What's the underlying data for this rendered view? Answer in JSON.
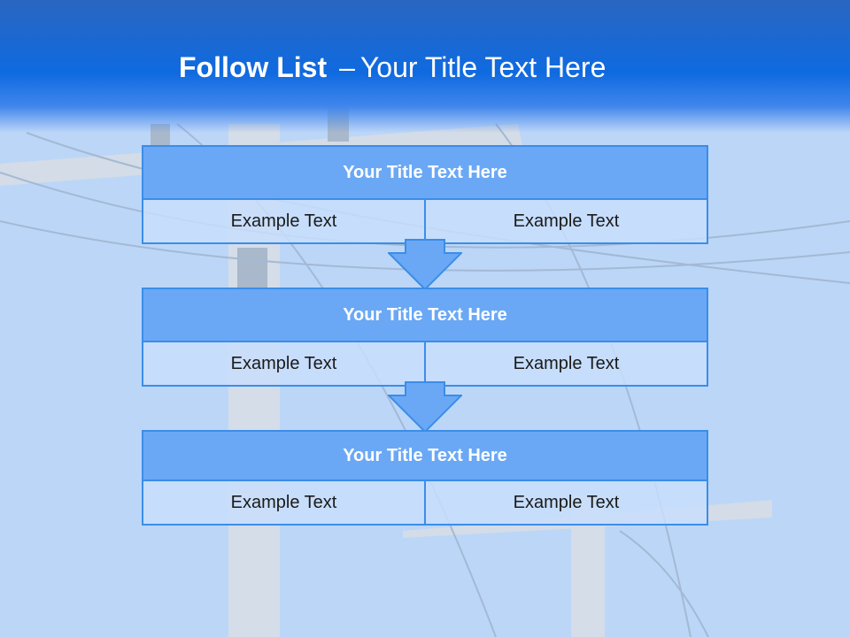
{
  "slide": {
    "title_bold": "Follow List",
    "title_dash": "–",
    "title_rest": "Your Title Text Here"
  },
  "steps": [
    {
      "title": "Your Title Text Here",
      "left": "Example Text",
      "right": "Example Text"
    },
    {
      "title": "Your Title Text Here",
      "left": "Example Text",
      "right": "Example Text"
    },
    {
      "title": "Your Title Text Here",
      "left": "Example Text",
      "right": "Example Text"
    }
  ],
  "colors": {
    "header": "#0f6ae0",
    "box_head": "#6aa8f5",
    "border": "#3b8de8",
    "cell_bg": "#c8defc",
    "sky": "#bcd6f8"
  },
  "icons": {
    "arrow": "down-arrow-icon"
  }
}
